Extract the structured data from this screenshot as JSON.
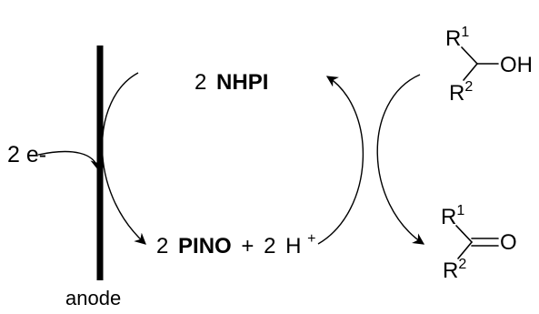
{
  "scheme": {
    "electrons": "2 e-",
    "electrode": "anode",
    "mediator_reduced": {
      "coeff": "2",
      "name": "NHPI"
    },
    "mediator_oxidized": {
      "coeff": "2",
      "name": "PINO",
      "plus": "+",
      "proton_coeff": "2",
      "proton": "H",
      "proton_charge": "+"
    },
    "substrate": {
      "r_top": "R",
      "r_top_sup": "1",
      "r_bottom": "R",
      "r_bottom_sup": "2",
      "group": "OH"
    },
    "product": {
      "r_top": "R",
      "r_top_sup": "1",
      "r_bottom": "R",
      "r_bottom_sup": "2",
      "group": "O"
    }
  }
}
